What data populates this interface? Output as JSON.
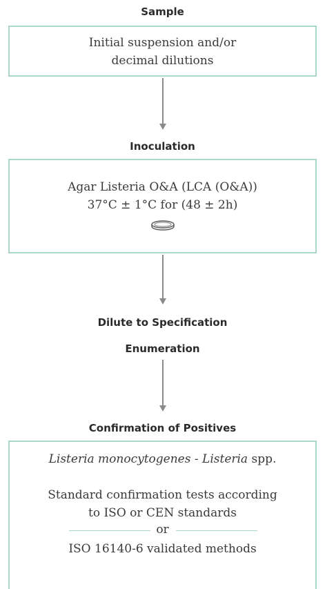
{
  "headings": {
    "sample": "Sample",
    "inoculation": "Inoculation",
    "dilute": "Dilute to Specification",
    "enumeration": "Enumeration",
    "confirmation": "Confirmation of Positives"
  },
  "boxes": {
    "sample": {
      "line1": "Initial suspension and/or",
      "line2": "decimal dilutions"
    },
    "inoculation": {
      "line1": "Agar Listeria O&A (LCA (O&A))",
      "line2": "37°C ± 1°C for (48 ± 2h)",
      "icon": "petri-dish-icon"
    },
    "confirmation": {
      "species_italic_1": "Listeria monocytogenes",
      "species_sep": " - ",
      "species_italic_2": "Listeria",
      "species_suffix": " spp.",
      "tests_line1": "Standard confirmation tests according",
      "tests_line2": "to ISO or CEN standards",
      "or": "or",
      "validated": "ISO 16140-6 validated methods"
    }
  },
  "colors": {
    "box_border": "#a9d6c8",
    "arrow": "#8a8a8a"
  }
}
